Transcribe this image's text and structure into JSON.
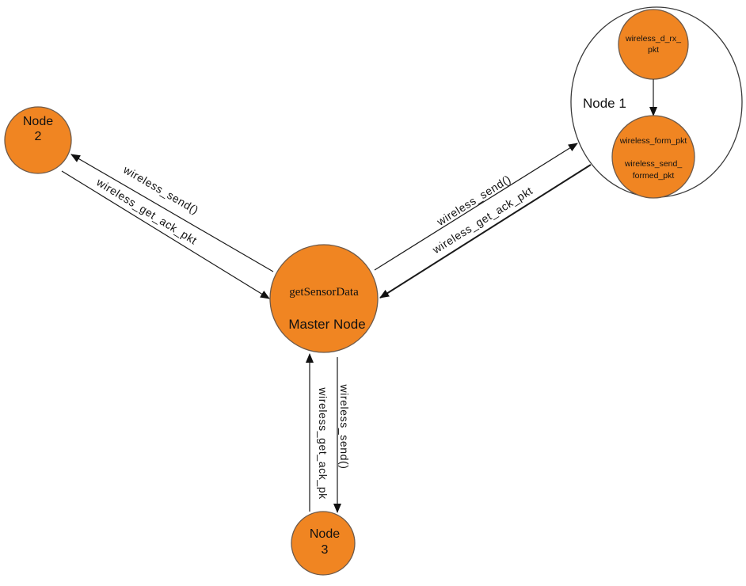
{
  "nodes": {
    "node1": {
      "label": "Node 1"
    },
    "node2": {
      "label_line1": "Node",
      "label_line2": "2"
    },
    "node3": {
      "label_line1": "Node",
      "label_line2": "3"
    },
    "master": {
      "function": "getSensorData",
      "label": "Master Node"
    },
    "rx_pkt": {
      "label_line1": "wireless_d_rx_",
      "label_line2": "pkt"
    },
    "form_pkt": {
      "label_line1": "wireless_form_pkt",
      "label_line2": "wireless_send_",
      "label_line3": "formed_pkt"
    }
  },
  "edges": {
    "to_node2_send": "wireless_send()",
    "from_node2_ack": "wireless_get_ack_pkt",
    "to_node1_send": "wireless_send()",
    "from_node1_ack": "wireless_get_ack_pkt",
    "to_node3_send": "wireless_send()",
    "from_node3_ack": "wireless_get_ack_pk"
  },
  "colors": {
    "node_fill": "#f08522",
    "line": "#1a1a1a"
  }
}
